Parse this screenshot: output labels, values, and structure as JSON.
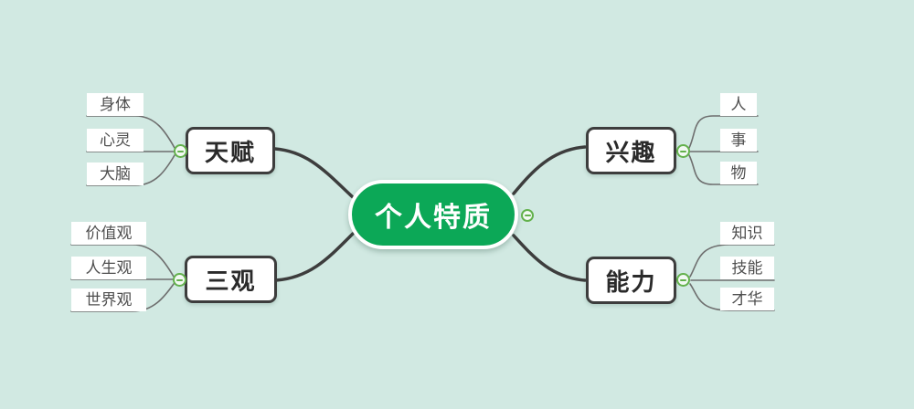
{
  "root": {
    "label": "个人特质"
  },
  "branches": [
    {
      "label": "天赋",
      "side": "left",
      "children": [
        "身体",
        "心灵",
        "大脑"
      ]
    },
    {
      "label": "三观",
      "side": "left",
      "children": [
        "价值观",
        "人生观",
        "世界观"
      ]
    },
    {
      "label": "兴趣",
      "side": "right",
      "children": [
        "人",
        "事",
        "物"
      ]
    },
    {
      "label": "能力",
      "side": "right",
      "children": [
        "知识",
        "技能",
        "才华"
      ]
    }
  ],
  "collapse_buttons": {
    "icon": "minus",
    "count": 5
  },
  "colors": {
    "background": "#d1e9e2",
    "root_fill": "#0ca857",
    "root_text": "#ffffff",
    "node_border": "#3d3d3d",
    "branch_text": "#2a2a2a",
    "leaf_text": "#4f4f4f",
    "thick_connector": "#3d3d3d",
    "thin_connector": "#6e6e6e",
    "collapse_ring": "#63b14c"
  }
}
